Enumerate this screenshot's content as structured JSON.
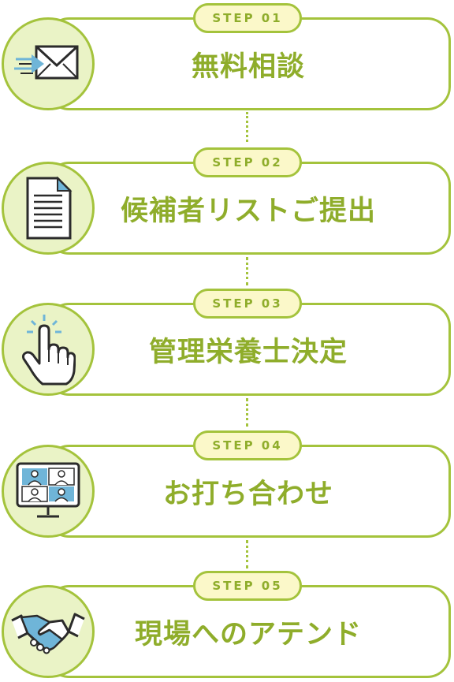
{
  "steps": [
    {
      "badge": "STEP 01",
      "title": "無料相談",
      "icon": "envelope-icon"
    },
    {
      "badge": "STEP 02",
      "title": "候補者リストご提出",
      "icon": "document-icon"
    },
    {
      "badge": "STEP 03",
      "title": "管理栄養士決定",
      "icon": "pointer-hand-icon"
    },
    {
      "badge": "STEP 04",
      "title": "お打ち合わせ",
      "icon": "video-meeting-icon"
    },
    {
      "badge": "STEP 05",
      "title": "現場へのアテンド",
      "icon": "handshake-icon"
    }
  ],
  "colors": {
    "accent": "#a4c33c",
    "text": "#8fad2b",
    "badge_bg": "#fbf8c9",
    "icon_bg": "#eaf3c6",
    "icon_blue": "#6fb5d8"
  }
}
